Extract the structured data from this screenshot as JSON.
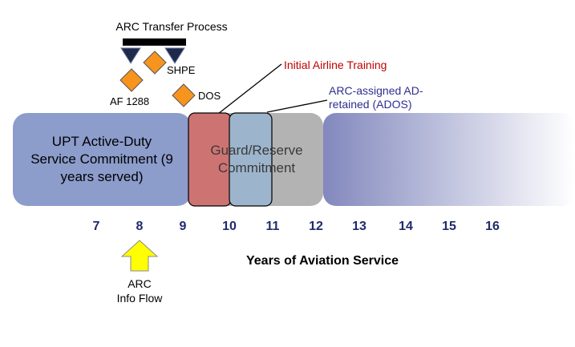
{
  "title": "ARC Transfer Process",
  "milestones": {
    "af1288": "AF 1288",
    "shpe": "SHPE",
    "dos": "DOS"
  },
  "callouts": {
    "initial_airline_training": "Initial Airline Training",
    "ados_line1": "ARC-assigned AD-",
    "ados_line2": "retained (ADOS)"
  },
  "phases": {
    "upt_line1": "UPT Active-Duty",
    "upt_line2": "Service Commitment (9",
    "upt_line3": "years served)",
    "guard_line1": "Guard/Reserve",
    "guard_line2": "Commitment"
  },
  "axis": {
    "ticks": [
      "7",
      "8",
      "9",
      "10",
      "11",
      "12",
      "13",
      "14",
      "15",
      "16"
    ],
    "label": "Years of Aviation Service"
  },
  "info_flow": {
    "line1": "ARC",
    "line2": "Info Flow"
  },
  "colors": {
    "upt_box": "#8c9ccb",
    "red_box": "#cd7473",
    "blue_box": "#9db5cc",
    "gray_box": "#b3b3b3",
    "gradient_start": "#8288bd",
    "diamond": "#f7941d",
    "arrow": "#ffff00",
    "axis_text": "#1f2b6b",
    "callout_red": "#c00000",
    "callout_blue": "#2e2e8f"
  }
}
